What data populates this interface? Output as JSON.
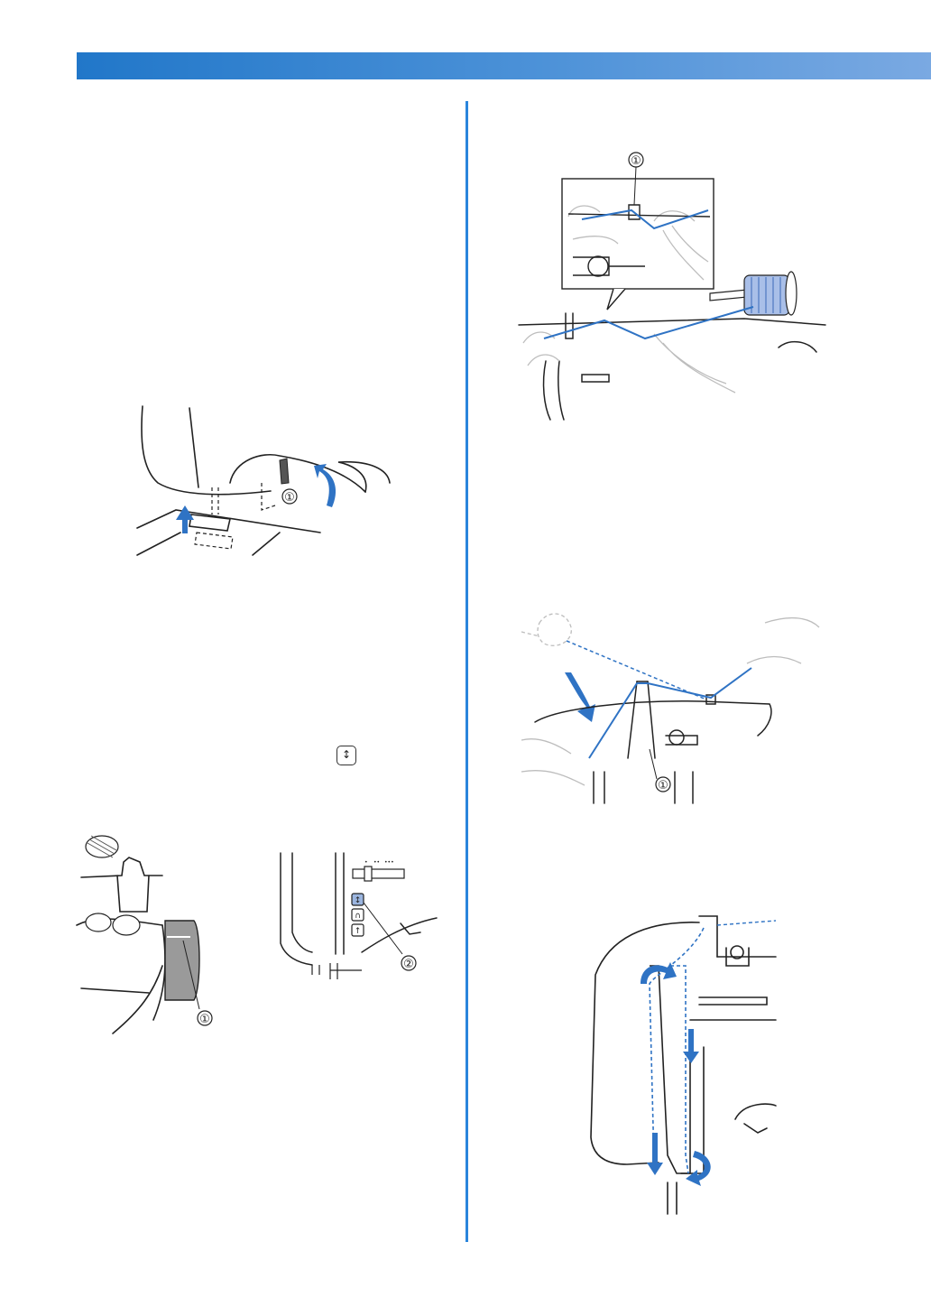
{
  "colors": {
    "header_bar": "#2a7ccc",
    "divider": "#2a85dc",
    "thread_blue": "#2f73c4",
    "arrow_blue": "#2f73c4"
  },
  "figures": {
    "presser_foot": {
      "callouts": [
        "①"
      ]
    },
    "needle_position": {
      "callouts_left": [
        "①"
      ],
      "callouts_right": [
        "②"
      ],
      "speed_icons": [
        "•",
        "••",
        "•••"
      ],
      "button_icons": [
        "↕",
        "∩",
        "↑"
      ]
    },
    "thread_guide": {
      "callouts": [
        "①"
      ]
    },
    "thread_pull": {
      "callouts": [
        "①"
      ]
    },
    "threading_path": {
      "callouts": []
    }
  },
  "inline_icon": {
    "symbol": "↕",
    "icon_name": "needle-position-button-icon"
  }
}
